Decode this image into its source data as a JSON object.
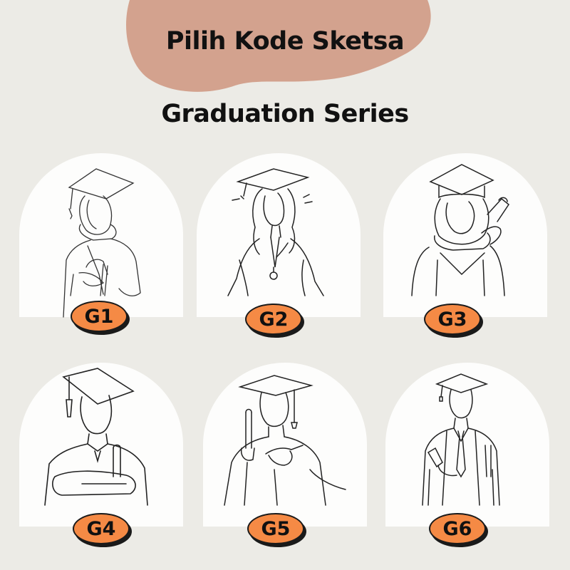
{
  "header": {
    "title": "Pilih Kode Sketsa",
    "subtitle": "Graduation Series",
    "blob_color": "#d3a28e"
  },
  "colors": {
    "background": "#ecebe6",
    "card": "#fdfdfc",
    "badge": "#f58a45",
    "ink": "#1a1a1a"
  },
  "sketches": [
    {
      "code": "G1",
      "icon": "hijab-graduate-holding-diploma-sketch"
    },
    {
      "code": "G2",
      "icon": "long-hair-graduate-with-gown-sketch"
    },
    {
      "code": "G3",
      "icon": "hijab-graduate-holding-scroll-sketch"
    },
    {
      "code": "G4",
      "icon": "male-graduate-arms-crossed-sketch"
    },
    {
      "code": "G5",
      "icon": "graduate-pointing-holding-diploma-sketch"
    },
    {
      "code": "G6",
      "icon": "male-graduate-with-tie-sketch"
    }
  ]
}
